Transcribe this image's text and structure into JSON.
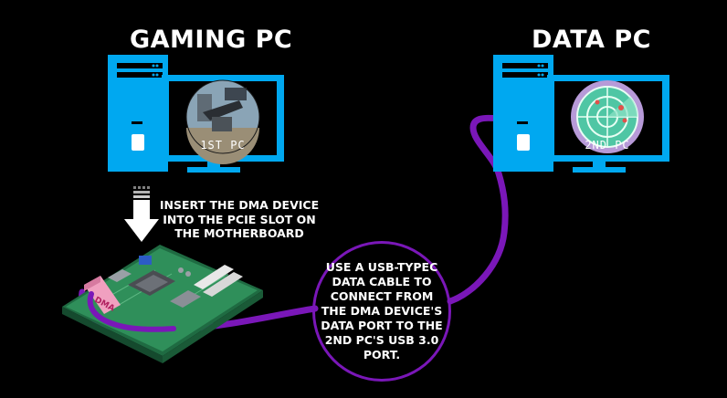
{
  "gaming_pc": {
    "title": "GAMING PC",
    "screen_label": "1ST PC"
  },
  "data_pc": {
    "title": "DATA PC",
    "screen_label": "2ND PC"
  },
  "instruction_insert": "INSERT THE DMA DEVICE INTO THE PCIE SLOT ON THE MOTHERBOARD",
  "instruction_cable": "USE A USB-TYPEC DATA CABLE TO CONNECT FROM THE DMA DEVICE'S DATA PORT TO THE 2ND PC'S USB 3.0 PORT.",
  "dma_card_label": "DMA",
  "colors": {
    "pc_blue": "#00a8f0",
    "cable_purple": "#7a17b8",
    "board_green": "#2f8f5a",
    "background": "#000000"
  }
}
